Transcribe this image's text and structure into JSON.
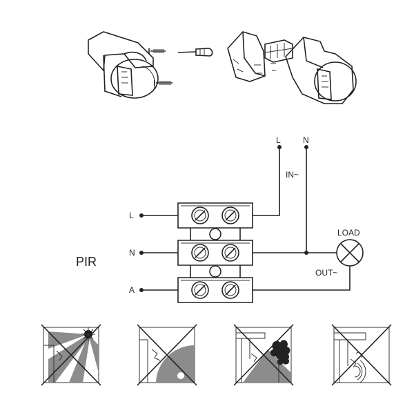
{
  "wiring": {
    "supply_l": "L",
    "supply_n": "N",
    "input_label": "IN~",
    "load_label": "LOAD",
    "output_label": "OUT~",
    "terminal_l": "L",
    "terminal_n": "N",
    "terminal_a": "A",
    "device_label": "PIR"
  },
  "icons": {
    "mounting_left": "pir-sensor-mounting-icon",
    "mounting_right": "pir-sensor-terminal-cover-icon",
    "warnings": [
      "no-direct-light-icon",
      "no-heat-source-icon",
      "no-moving-foliage-icon",
      "no-air-vent-icon"
    ]
  },
  "colors": {
    "ink": "#222222",
    "zone": "#808080",
    "paper": "#ffffff"
  }
}
